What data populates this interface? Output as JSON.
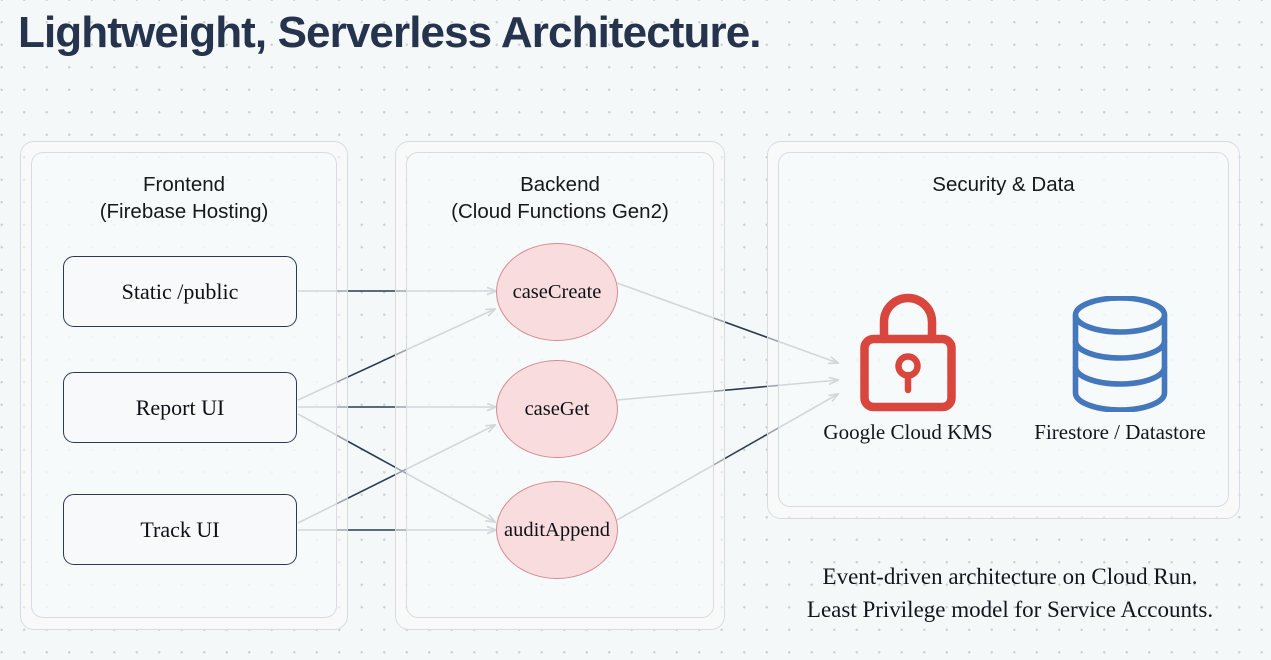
{
  "page": {
    "title": "Lightweight, Serverless Architecture.",
    "background_color": "#f5f8f9",
    "title_color": "#26334d"
  },
  "panels": [
    {
      "id": "frontend",
      "title": "Frontend\n(Firebase Hosting)",
      "nodes": [
        {
          "id": "static-public",
          "label": "Static /public"
        },
        {
          "id": "report-ui",
          "label": "Report UI"
        },
        {
          "id": "track-ui",
          "label": "Track UI"
        }
      ]
    },
    {
      "id": "backend",
      "title": "Backend\n(Cloud Functions Gen2)",
      "nodes": [
        {
          "id": "case-create",
          "label": "caseCreate"
        },
        {
          "id": "case-get",
          "label": "caseGet"
        },
        {
          "id": "audit-append",
          "label": "auditAppend"
        }
      ]
    },
    {
      "id": "security-data",
      "title": "Security & Data",
      "icons": [
        {
          "id": "kms",
          "icon": "lock-icon",
          "caption": "Google Cloud KMS",
          "color": "#d9463d"
        },
        {
          "id": "firestore",
          "icon": "database-icon",
          "caption": "Firestore / Datastore",
          "color": "#4477bb"
        }
      ]
    }
  ],
  "footnote": "Event-driven architecture on Cloud Run.\nLeast Privilege model for Service Accounts.",
  "colors": {
    "node_border": "#2b3a52",
    "ellipse_fill": "#f9dcdd",
    "ellipse_border": "#d58b93",
    "panel_border": "#d8dce0",
    "edge": "#2b3a52"
  },
  "edges": [
    {
      "from": "static-public",
      "to": "case-create"
    },
    {
      "from": "report-ui",
      "to": "case-create"
    },
    {
      "from": "report-ui",
      "to": "case-get"
    },
    {
      "from": "report-ui",
      "to": "audit-append"
    },
    {
      "from": "track-ui",
      "to": "case-get"
    },
    {
      "from": "track-ui",
      "to": "audit-append"
    },
    {
      "from": "case-create",
      "to": "security-data"
    },
    {
      "from": "case-get",
      "to": "security-data"
    },
    {
      "from": "audit-append",
      "to": "security-data"
    }
  ]
}
